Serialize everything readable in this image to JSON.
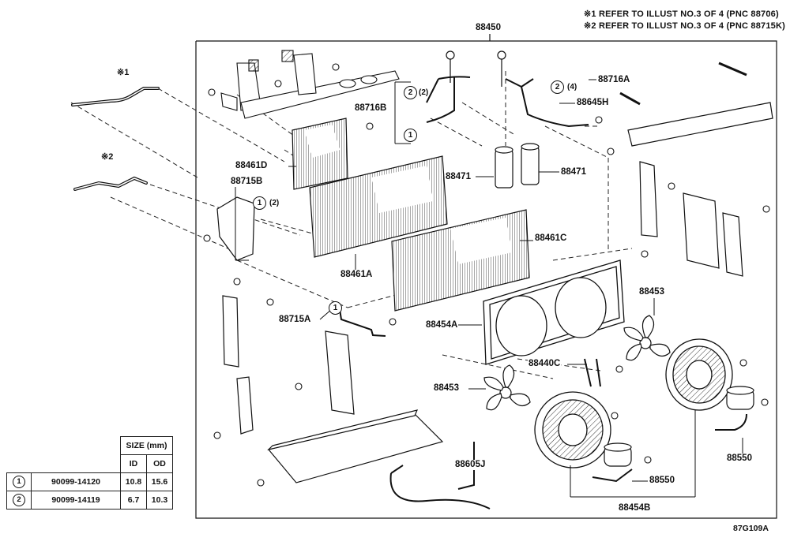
{
  "notes": [
    "※1 REFER TO ILLUST NO.3 OF 4 (PNC 88706)",
    "※2 REFER TO ILLUST NO.3 OF 4 (PNC 88715K)"
  ],
  "assembly_label": "88450",
  "part_labels": {
    "p88716A": "88716A",
    "p88716B": "88716B",
    "p88645H": "88645H",
    "p88461D": "88461D",
    "p88715B": "88715B",
    "p88471a": "88471",
    "p88471b": "88471",
    "p88461C": "88461C",
    "p88461A": "88461A",
    "p88715A": "88715A",
    "p88453a": "88453",
    "p88454A": "88454A",
    "p88440C": "88440C",
    "p88453b": "88453",
    "p88550a": "88550",
    "p88605J": "88605J",
    "p88550b": "88550",
    "p88454B": "88454B"
  },
  "markers": {
    "ref1": "※1",
    "ref2": "※2"
  },
  "callouts": {
    "c1_num": "2",
    "c1_qty": "(2)",
    "c2_num": "2",
    "c2_qty": "(4)",
    "c3_num": "1",
    "c4_num": "1",
    "c4_qty": "(2)",
    "c5_num": "1"
  },
  "size_table": {
    "header_size": "SIZE (mm)",
    "header_id": "ID",
    "header_od": "OD",
    "rows": [
      {
        "num": "1",
        "part": "90099-14120",
        "id": "10.8",
        "od": "15.6"
      },
      {
        "num": "2",
        "part": "90099-14119",
        "id": "6.7",
        "od": "10.3"
      }
    ]
  },
  "illustration_id": "87G109A"
}
